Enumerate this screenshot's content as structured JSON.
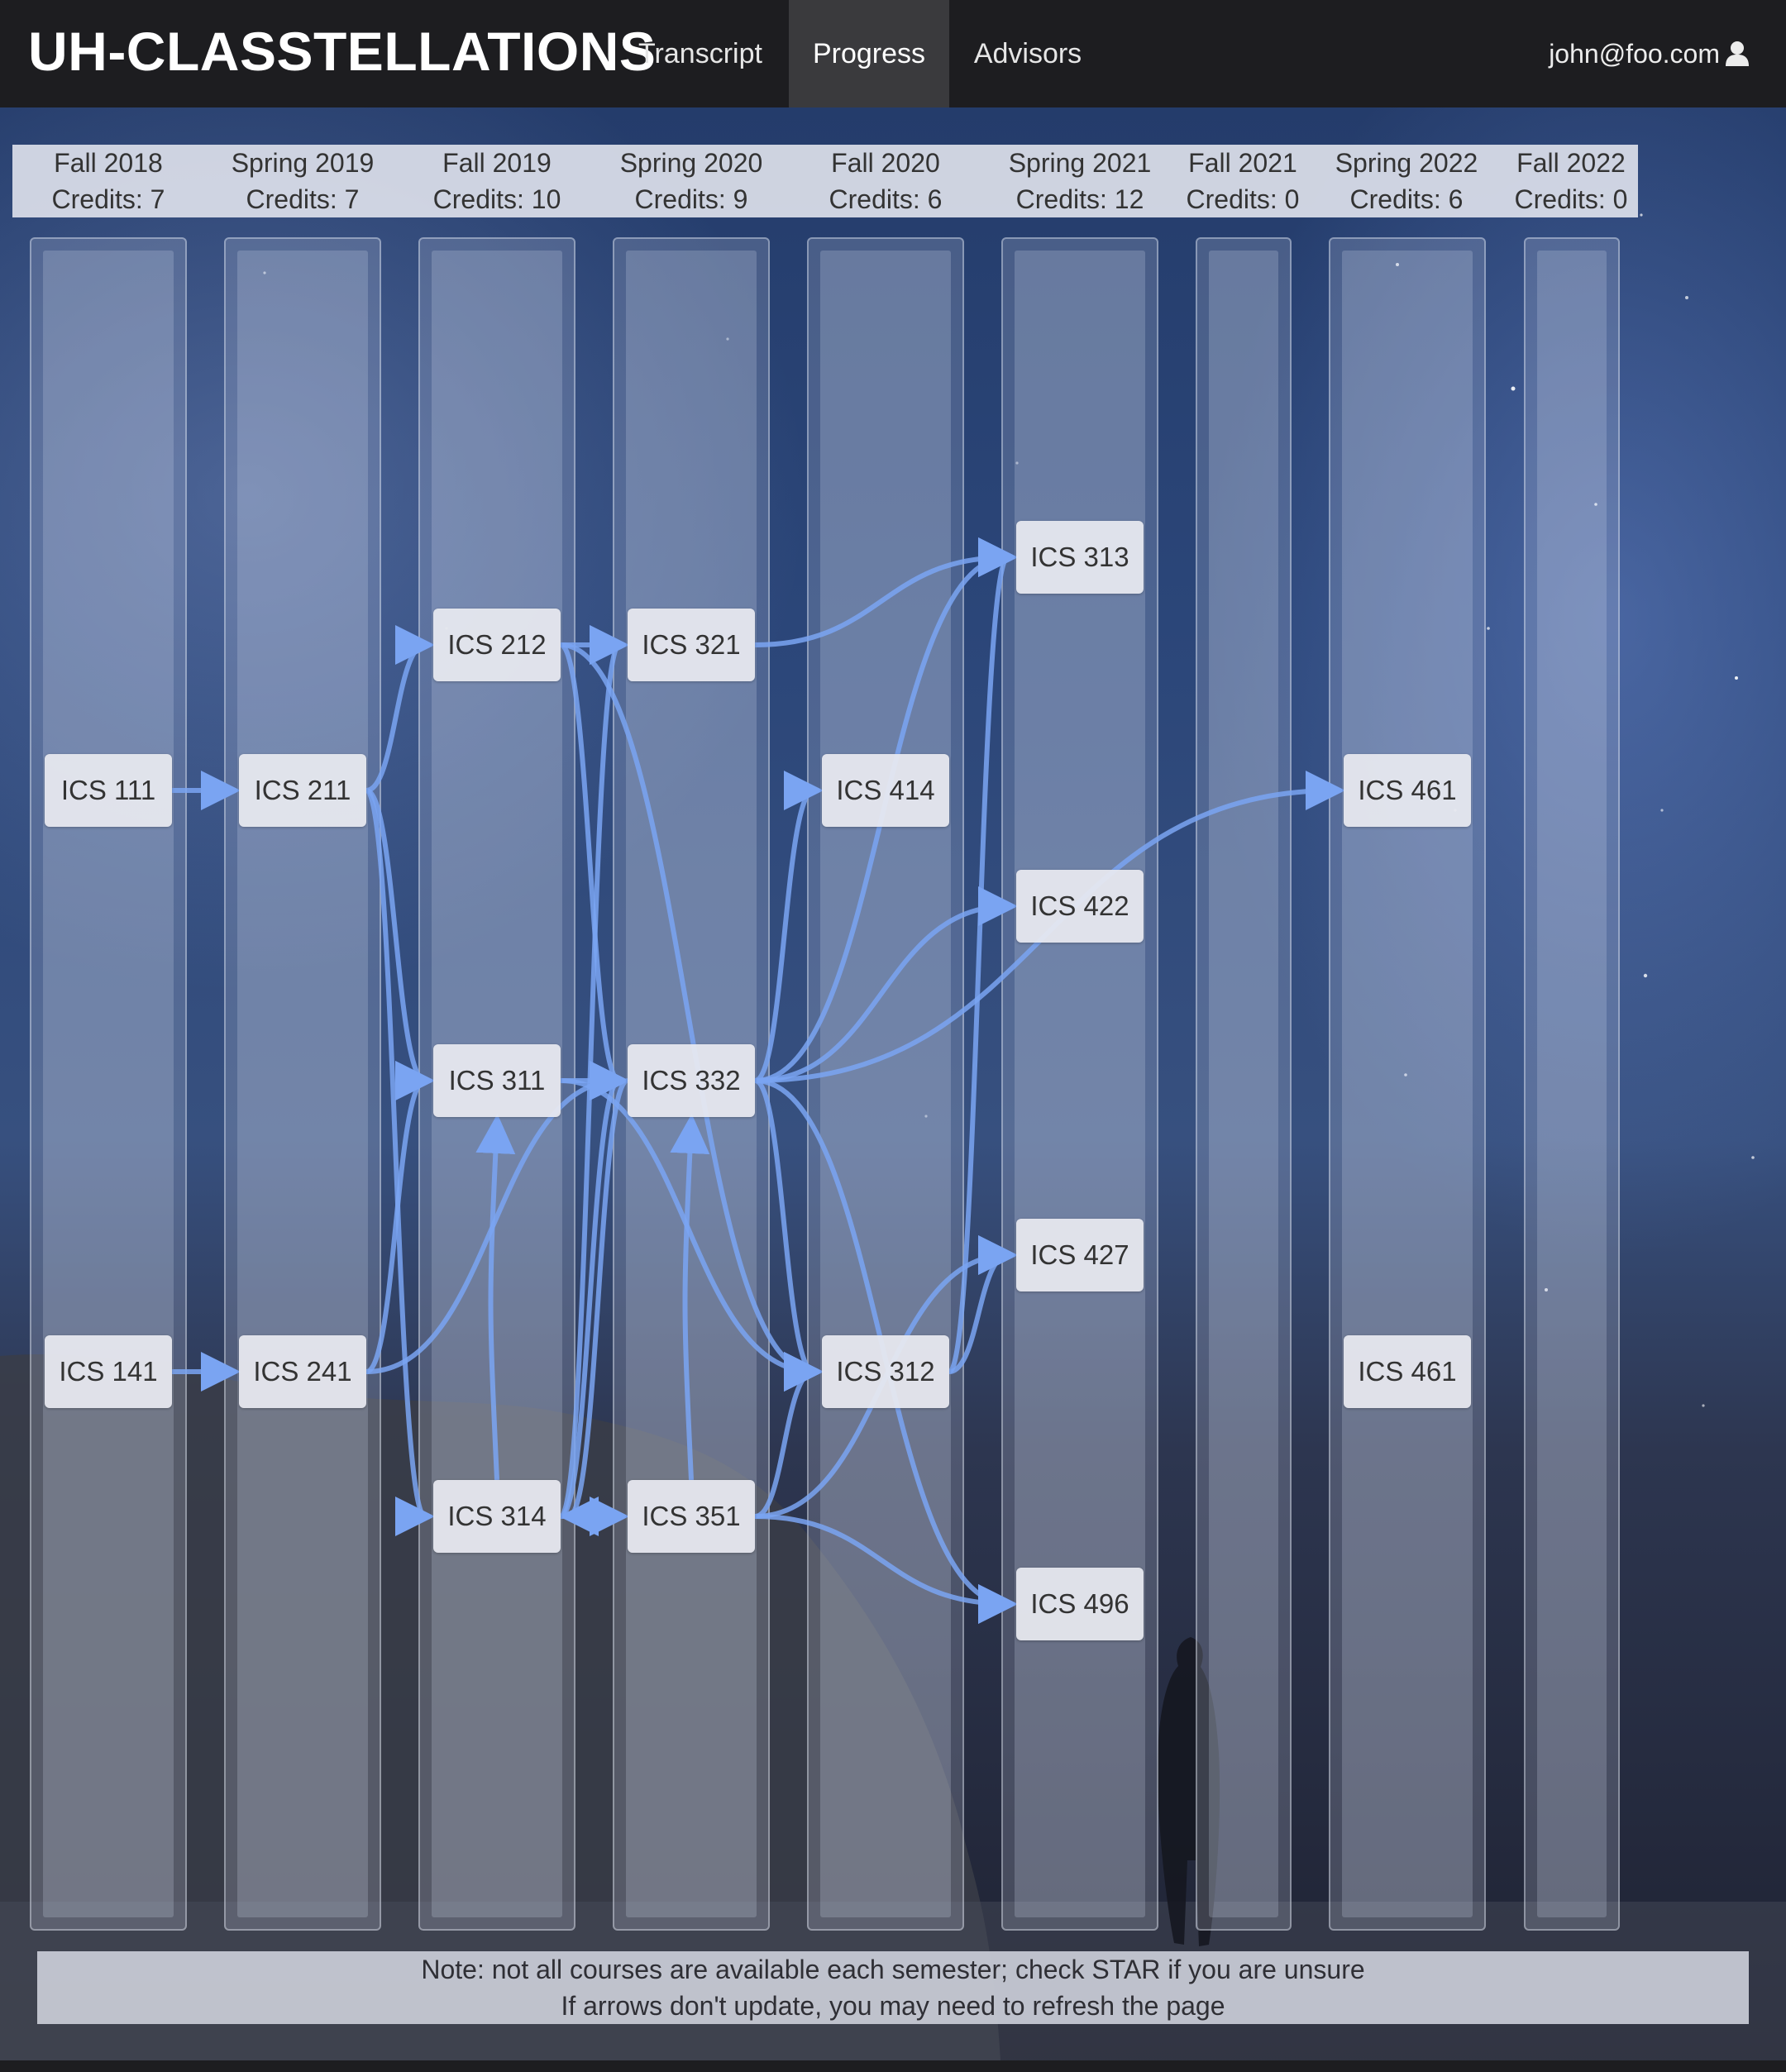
{
  "app": {
    "brand": "UH-CLASSTELLATIONS",
    "nav": [
      {
        "label": "Transcript",
        "active": false
      },
      {
        "label": "Progress",
        "active": true
      },
      {
        "label": "Advisors",
        "active": false
      }
    ],
    "user_email": "john@foo.com",
    "user_icon": "user-icon"
  },
  "semesters": [
    {
      "name": "Fall 2018",
      "credits": "Credits: 7"
    },
    {
      "name": "Spring 2019",
      "credits": "Credits: 7"
    },
    {
      "name": "Fall 2019",
      "credits": "Credits: 10"
    },
    {
      "name": "Spring 2020",
      "credits": "Credits: 9"
    },
    {
      "name": "Fall 2020",
      "credits": "Credits: 6"
    },
    {
      "name": "Spring 2021",
      "credits": "Credits: 12"
    },
    {
      "name": "Fall 2021",
      "credits": "Credits: 0"
    },
    {
      "name": "Spring 2022",
      "credits": "Credits: 6"
    },
    {
      "name": "Fall 2022",
      "credits": "Credits: 0"
    }
  ],
  "courses": [
    {
      "id": "ics111",
      "label": "ICS 111",
      "semester": 0
    },
    {
      "id": "ics141",
      "label": "ICS 141",
      "semester": 0
    },
    {
      "id": "ics211",
      "label": "ICS 211",
      "semester": 1
    },
    {
      "id": "ics241",
      "label": "ICS 241",
      "semester": 1
    },
    {
      "id": "ics212",
      "label": "ICS 212",
      "semester": 2
    },
    {
      "id": "ics311",
      "label": "ICS 311",
      "semester": 2
    },
    {
      "id": "ics314",
      "label": "ICS 314",
      "semester": 2
    },
    {
      "id": "ics321",
      "label": "ICS 321",
      "semester": 3
    },
    {
      "id": "ics332",
      "label": "ICS 332",
      "semester": 3
    },
    {
      "id": "ics351",
      "label": "ICS 351",
      "semester": 3
    },
    {
      "id": "ics414",
      "label": "ICS 414",
      "semester": 4
    },
    {
      "id": "ics312",
      "label": "ICS 312",
      "semester": 4
    },
    {
      "id": "ics313",
      "label": "ICS 313",
      "semester": 5
    },
    {
      "id": "ics422",
      "label": "ICS 422",
      "semester": 5
    },
    {
      "id": "ics427",
      "label": "ICS 427",
      "semester": 5
    },
    {
      "id": "ics496",
      "label": "ICS 496",
      "semester": 5
    },
    {
      "id": "ics461a",
      "label": "ICS 461",
      "semester": 7
    },
    {
      "id": "ics461b",
      "label": "ICS 461",
      "semester": 7
    }
  ],
  "prerequisites": [
    [
      "ics111",
      "ics211"
    ],
    [
      "ics141",
      "ics241"
    ],
    [
      "ics211",
      "ics212"
    ],
    [
      "ics211",
      "ics311"
    ],
    [
      "ics211",
      "ics314"
    ],
    [
      "ics241",
      "ics311"
    ],
    [
      "ics241",
      "ics332"
    ],
    [
      "ics212",
      "ics321"
    ],
    [
      "ics212",
      "ics332"
    ],
    [
      "ics212",
      "ics312"
    ],
    [
      "ics311",
      "ics332"
    ],
    [
      "ics311",
      "ics312"
    ],
    [
      "ics314",
      "ics351"
    ],
    [
      "ics314",
      "ics311"
    ],
    [
      "ics314",
      "ics321"
    ],
    [
      "ics314",
      "ics332"
    ],
    [
      "ics321",
      "ics313"
    ],
    [
      "ics332",
      "ics414"
    ],
    [
      "ics332",
      "ics422"
    ],
    [
      "ics332",
      "ics461a"
    ],
    [
      "ics332",
      "ics313"
    ],
    [
      "ics332",
      "ics312"
    ],
    [
      "ics332",
      "ics496"
    ],
    [
      "ics332",
      "ics314"
    ],
    [
      "ics351",
      "ics332"
    ],
    [
      "ics351",
      "ics427"
    ],
    [
      "ics351",
      "ics496"
    ],
    [
      "ics351",
      "ics312"
    ],
    [
      "ics312",
      "ics313"
    ],
    [
      "ics312",
      "ics427"
    ]
  ],
  "note": {
    "line1": "Note: not all courses are available each semester; check STAR if you are unsure",
    "line2": "If arrows don't update, you may need to refresh the page"
  },
  "colors": {
    "arrow": "#7aa4f2",
    "navbar": "#1d1d20"
  }
}
